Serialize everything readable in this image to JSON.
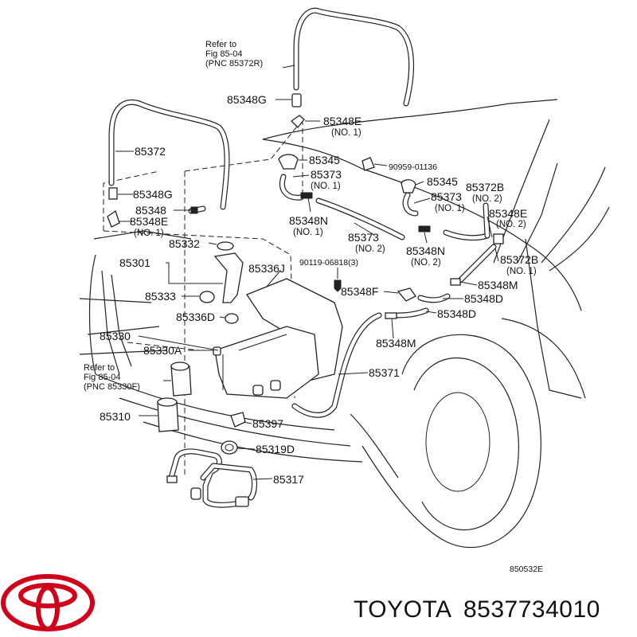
{
  "brand": {
    "name": "TOYOTA",
    "part_number": "8537734010",
    "logo_color": "#d0021b"
  },
  "figure_code": "850532E",
  "references": [
    {
      "line1": "Refer to",
      "line2": "Fig 85-04",
      "line3": "(PNC 85372R)"
    },
    {
      "line1": "Refer to",
      "line2": "Fig 85-04",
      "line3": "(PNC 85330F)"
    }
  ],
  "labels": {
    "p85348G_top": "85348G",
    "p85348E_top": "85348E",
    "p85348E_top_sub": "(NO. 1)",
    "p85372": "85372",
    "p85345_a": "85345",
    "p90959": "90959-01136",
    "p85373_a": "85373",
    "p85373_a_sub": "(NO. 1)",
    "p85348G_left": "85348G",
    "p85348": "85348",
    "p85348E_left": "85348E",
    "p85348E_left_sub": "(NO. 1)",
    "p85348N_a": "85348N",
    "p85348N_a_sub": "(NO. 1)",
    "p85345_b": "85345",
    "p85373_b": "85373",
    "p85373_b_sub": "(NO. 1)",
    "p85372B_a": "85372B",
    "p85372B_a_sub": "(NO. 2)",
    "p85348E_right": "85348E",
    "p85348E_right_sub": "(NO. 2)",
    "p85332": "85332",
    "p85373_c": "85373",
    "p85373_c_sub": "(NO. 2)",
    "p85348N_b": "85348N",
    "p85348N_b_sub": "(NO. 2)",
    "p85372B_b": "85372B",
    "p85372B_b_sub": "(NO. 1)",
    "p85301": "85301",
    "p85336J": "85336J",
    "p90119": "90119-06818(3)",
    "p85348M_a": "85348M",
    "p85333": "85333",
    "p85348F": "85348F",
    "p85348D_a": "85348D",
    "p85336D": "85336D",
    "p85348D_b": "85348D",
    "p85330": "85330",
    "p85348M_b": "85348M",
    "p85330A": "85330A",
    "p85371": "85371",
    "p85310": "85310",
    "p85397": "85397",
    "p85319D": "85319D",
    "p85317": "85317"
  }
}
